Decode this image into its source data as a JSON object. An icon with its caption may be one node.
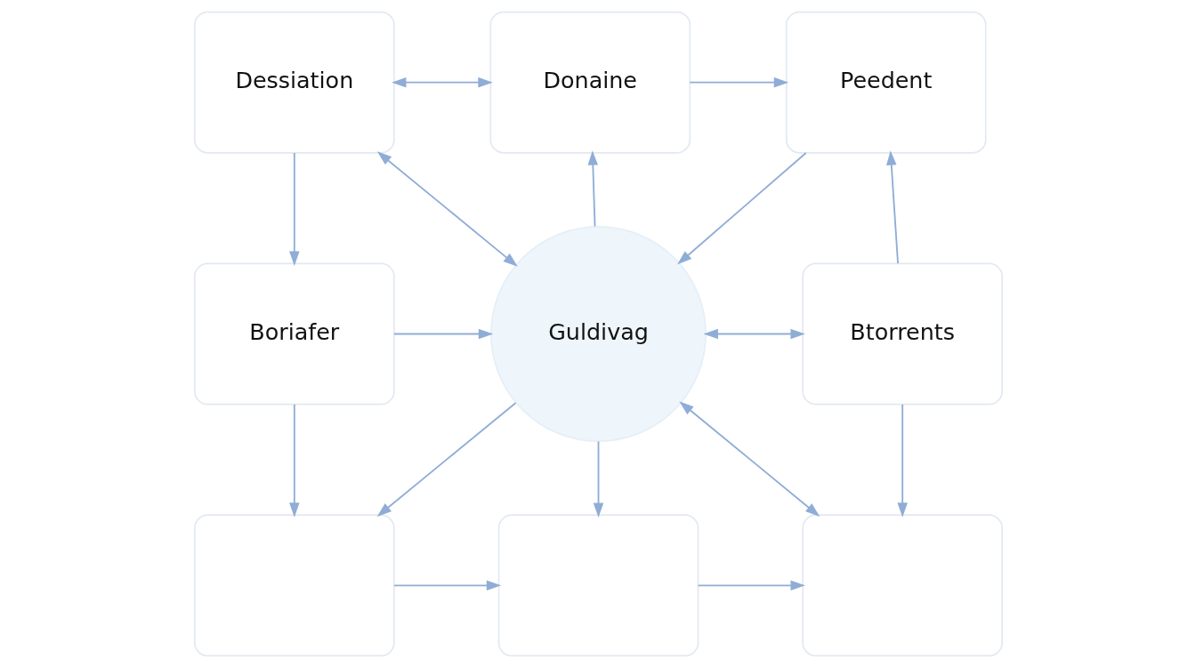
{
  "diagram": {
    "nodes": [
      {
        "text": [
          "Dessiation"
        ]
      },
      {
        "text": [
          "Donaine"
        ]
      },
      {
        "text": [
          "Peedent"
        ]
      },
      {
        "text": [
          "Boriafer"
        ]
      },
      {
        "text": [
          "Guldivag"
        ]
      },
      {
        "text": [
          "Btorrents"
        ]
      },
      {
        "text": [],
        "shape": "box"
      },
      {
        "text": [],
        "shape": "box"
      },
      {
        "text": [],
        "shape": "box"
      }
    ],
    "edges": [
      {
        "from": 0,
        "to": 1,
        "arrow": "both"
      },
      {
        "from": 1,
        "to": 2,
        "arrow": "to"
      },
      {
        "from": 0,
        "to": 3,
        "arrow": "to"
      },
      {
        "from": 0,
        "to": 4,
        "arrow": "both"
      },
      {
        "from": 4,
        "to": 1,
        "arrow": "to"
      },
      {
        "from": 2,
        "to": 4,
        "arrow": "to"
      },
      {
        "from": 5,
        "to": 2,
        "arrow": "to"
      },
      {
        "from": 3,
        "to": 4,
        "arrow": "to"
      },
      {
        "from": 4,
        "to": 5,
        "arrow": "both"
      },
      {
        "from": 3,
        "to": 6,
        "arrow": "to"
      },
      {
        "from": 4,
        "to": 6,
        "arrow": "to"
      },
      {
        "from": 4,
        "to": 7,
        "arrow": "to"
      },
      {
        "from": 4,
        "to": 8,
        "arrow": "both"
      },
      {
        "from": 5,
        "to": 8,
        "arrow": "to"
      },
      {
        "from": 6,
        "to": 7,
        "arrow": "to"
      },
      {
        "from": 7,
        "to": 8,
        "arrow": "to"
      }
    ]
  }
}
